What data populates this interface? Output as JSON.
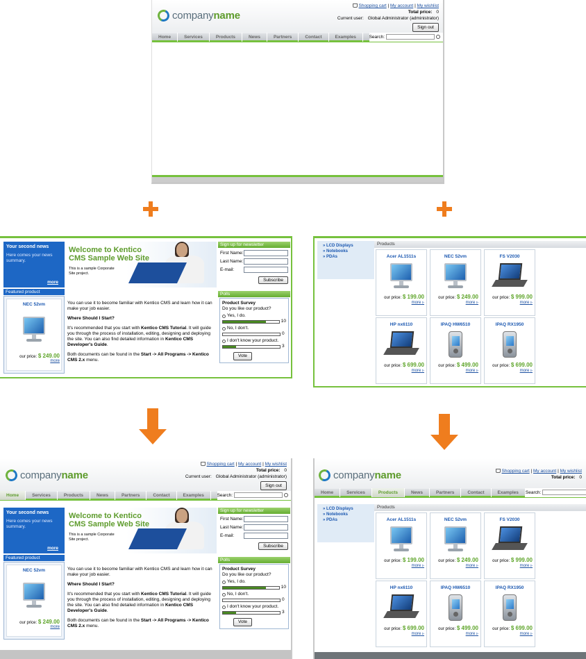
{
  "header": {
    "brand_company": "company",
    "brand_name": "name",
    "link_cart": "Shopping cart",
    "link_account": "My account",
    "link_wishlist": "My wishlist",
    "sep": "|",
    "total_label": "Total price:",
    "total_value": "0",
    "user_label": "Current user:",
    "user_value": "Global Administrator (administrator)",
    "signout": "Sign out",
    "search_label": "Search:"
  },
  "nav": [
    "Home",
    "Services",
    "Products",
    "News",
    "Partners",
    "Contact",
    "Examples"
  ],
  "home": {
    "news_title": "Your second news",
    "news_text": "Here comes your news summary.",
    "news_more": "more",
    "welcome_title": "Welcome to Kentico CMS Sample Web Site",
    "welcome_sub": "This is a sample Corporate Site project.",
    "featured_label": "Featured product",
    "featured_name": "NEC 52vm",
    "price_label": "our price:",
    "featured_price": "$ 249.00",
    "more": "more",
    "p1": "You can use it to become familiar with Kentico CMS and learn how it can make your job easier.",
    "p2": "Where Should I Start?",
    "p3a": "It's recommended that you start with ",
    "p3b": "Kentico CMS Tutorial",
    "p3c": ". It will guide you through the process of installation, editing, designing and deploying the site. You can also find detailed information in ",
    "p3d": "Kentico CMS Developer's Guide",
    "p3e": ".",
    "p4a": "Both documents can be found in the ",
    "p4b": "Start -> All Programs -> Kentico CMS 2.x",
    "p4c": " menu.",
    "newsletter_label": "Sign up for newsletter",
    "first_name": "First Name:",
    "last_name": "Last Name:",
    "email": "E-mail:",
    "subscribe": "Subscribe",
    "polls_label": "Polls",
    "survey_title": "Product Survey",
    "survey_q": "Do you like our product?",
    "opt1": "Yes, I do.",
    "opt1_count": "10",
    "opt2": "No, I don't.",
    "opt2_count": "0",
    "opt3": "I don't know your product.",
    "opt3_count": "3",
    "vote": "Vote"
  },
  "products": {
    "categories": [
      "LCD Displays",
      "Notebooks",
      "PDAs"
    ],
    "heading": "Products",
    "price_label": "our price:",
    "more": "more",
    "items": [
      {
        "name": "Acer AL1511s",
        "price": "$ 199.00",
        "img": "monitor"
      },
      {
        "name": "NEC 52vm",
        "price": "$ 249.00",
        "img": "monitor"
      },
      {
        "name": "FS V2030",
        "price": "$ 999.00",
        "img": "laptop"
      },
      {
        "name": "HP nx6110",
        "price": "$ 699.00",
        "img": "laptop"
      },
      {
        "name": "IPAQ HW6510",
        "price": "$ 499.00",
        "img": "pda"
      },
      {
        "name": "IPAQ RX1950",
        "price": "$ 699.00",
        "img": "pda"
      }
    ]
  },
  "poll_fractions": [
    0.77,
    0.0,
    0.23
  ],
  "colors": {
    "accent_green": "#76c13d",
    "brand_blue": "#1d67c5",
    "arrow_orange": "#ef7d1e"
  }
}
